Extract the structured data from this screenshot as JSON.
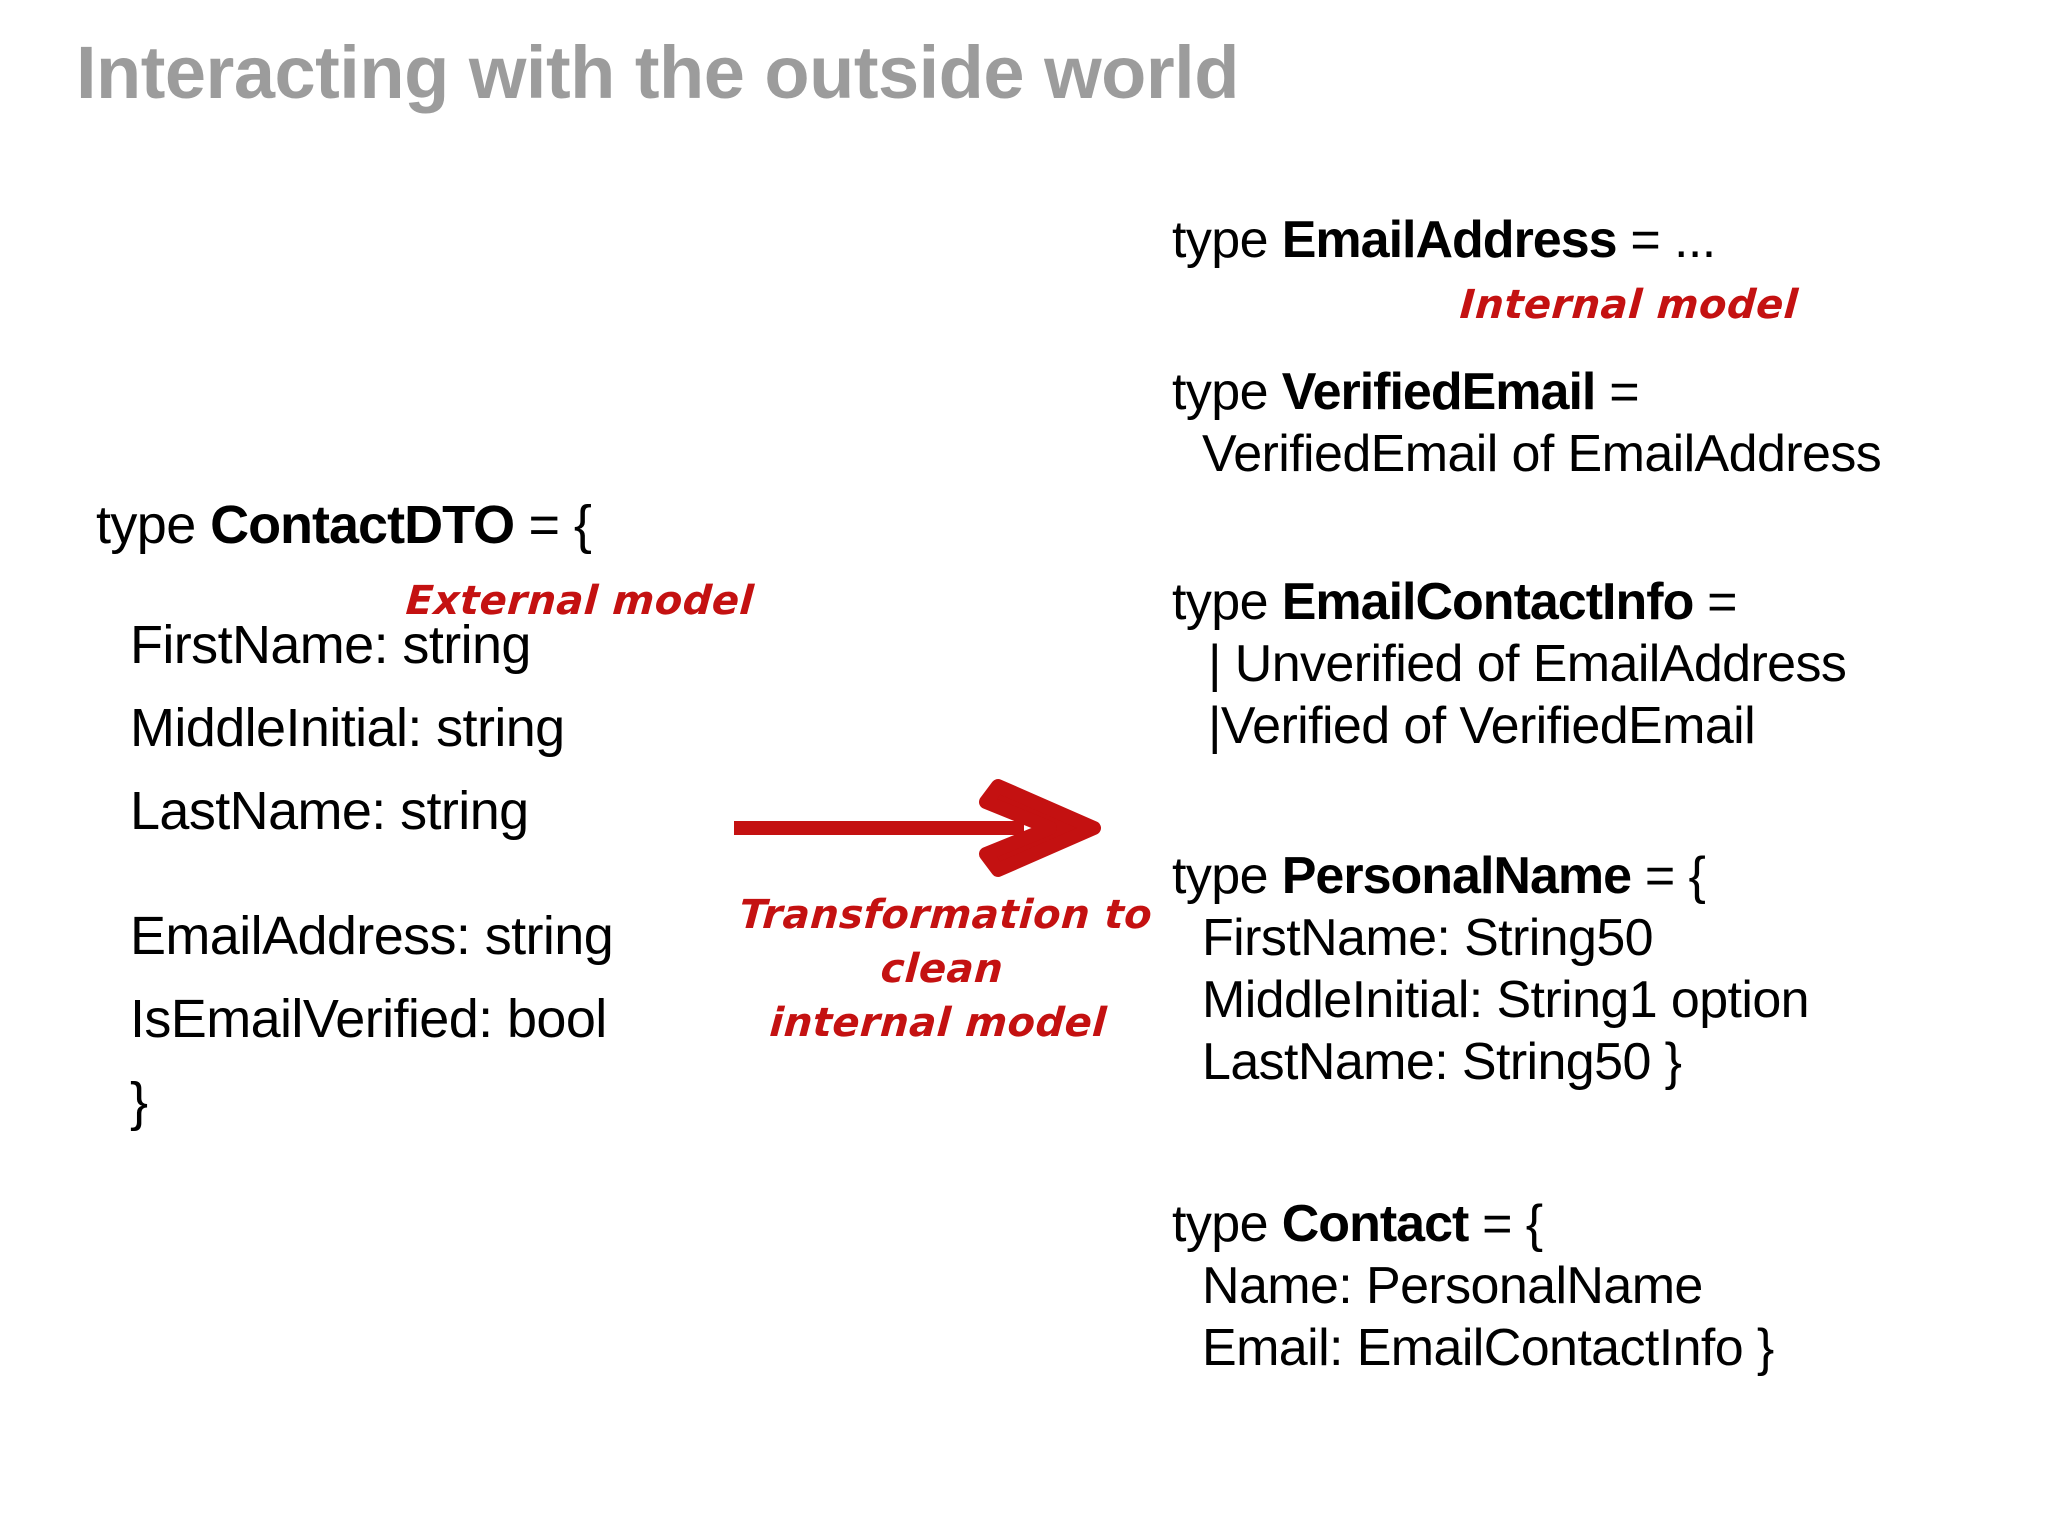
{
  "slide": {
    "title": "Interacting with the outside world",
    "title_color": "#9c9c9c",
    "background_color": "#ffffff",
    "accent_color": "#c41111"
  },
  "external_model": {
    "header": {
      "keyword": "type ",
      "type_name": "ContactDTO",
      "tail": " = {"
    },
    "annotation": "External model",
    "fields_group_1": [
      "FirstName: string",
      "MiddleInitial: string",
      "LastName: string"
    ],
    "fields_group_2": [
      "EmailAddress: string",
      "IsEmailVerified: bool"
    ],
    "closing_brace": "}"
  },
  "transformation": {
    "annotation_line_1": "Transformation to clean",
    "annotation_line_2": "internal model",
    "arrow_icon": "right-arrow-icon",
    "arrow_color": "#c41111"
  },
  "internal_model": {
    "annotation": "Internal model",
    "types": [
      {
        "keyword": "type ",
        "type_name": "EmailAddress",
        "tail": " = ...",
        "lines": []
      },
      {
        "keyword": "type ",
        "type_name": "VerifiedEmail",
        "tail": " =",
        "lines": [
          "VerifiedEmail of EmailAddress"
        ]
      },
      {
        "keyword": "type ",
        "type_name": "EmailContactInfo",
        "tail": " =",
        "lines": [
          "| Unverified of EmailAddress",
          "|Verified of VerifiedEmail"
        ]
      },
      {
        "keyword": "type ",
        "type_name": "PersonalName",
        "tail": " = {",
        "lines": [
          "FirstName: String50",
          "MiddleInitial: String1  option",
          "LastName: String50 }"
        ]
      },
      {
        "keyword": "type ",
        "type_name": "Contact",
        "tail": " = {",
        "lines": [
          "Name: PersonalName",
          "Email: EmailContactInfo }"
        ]
      }
    ]
  }
}
